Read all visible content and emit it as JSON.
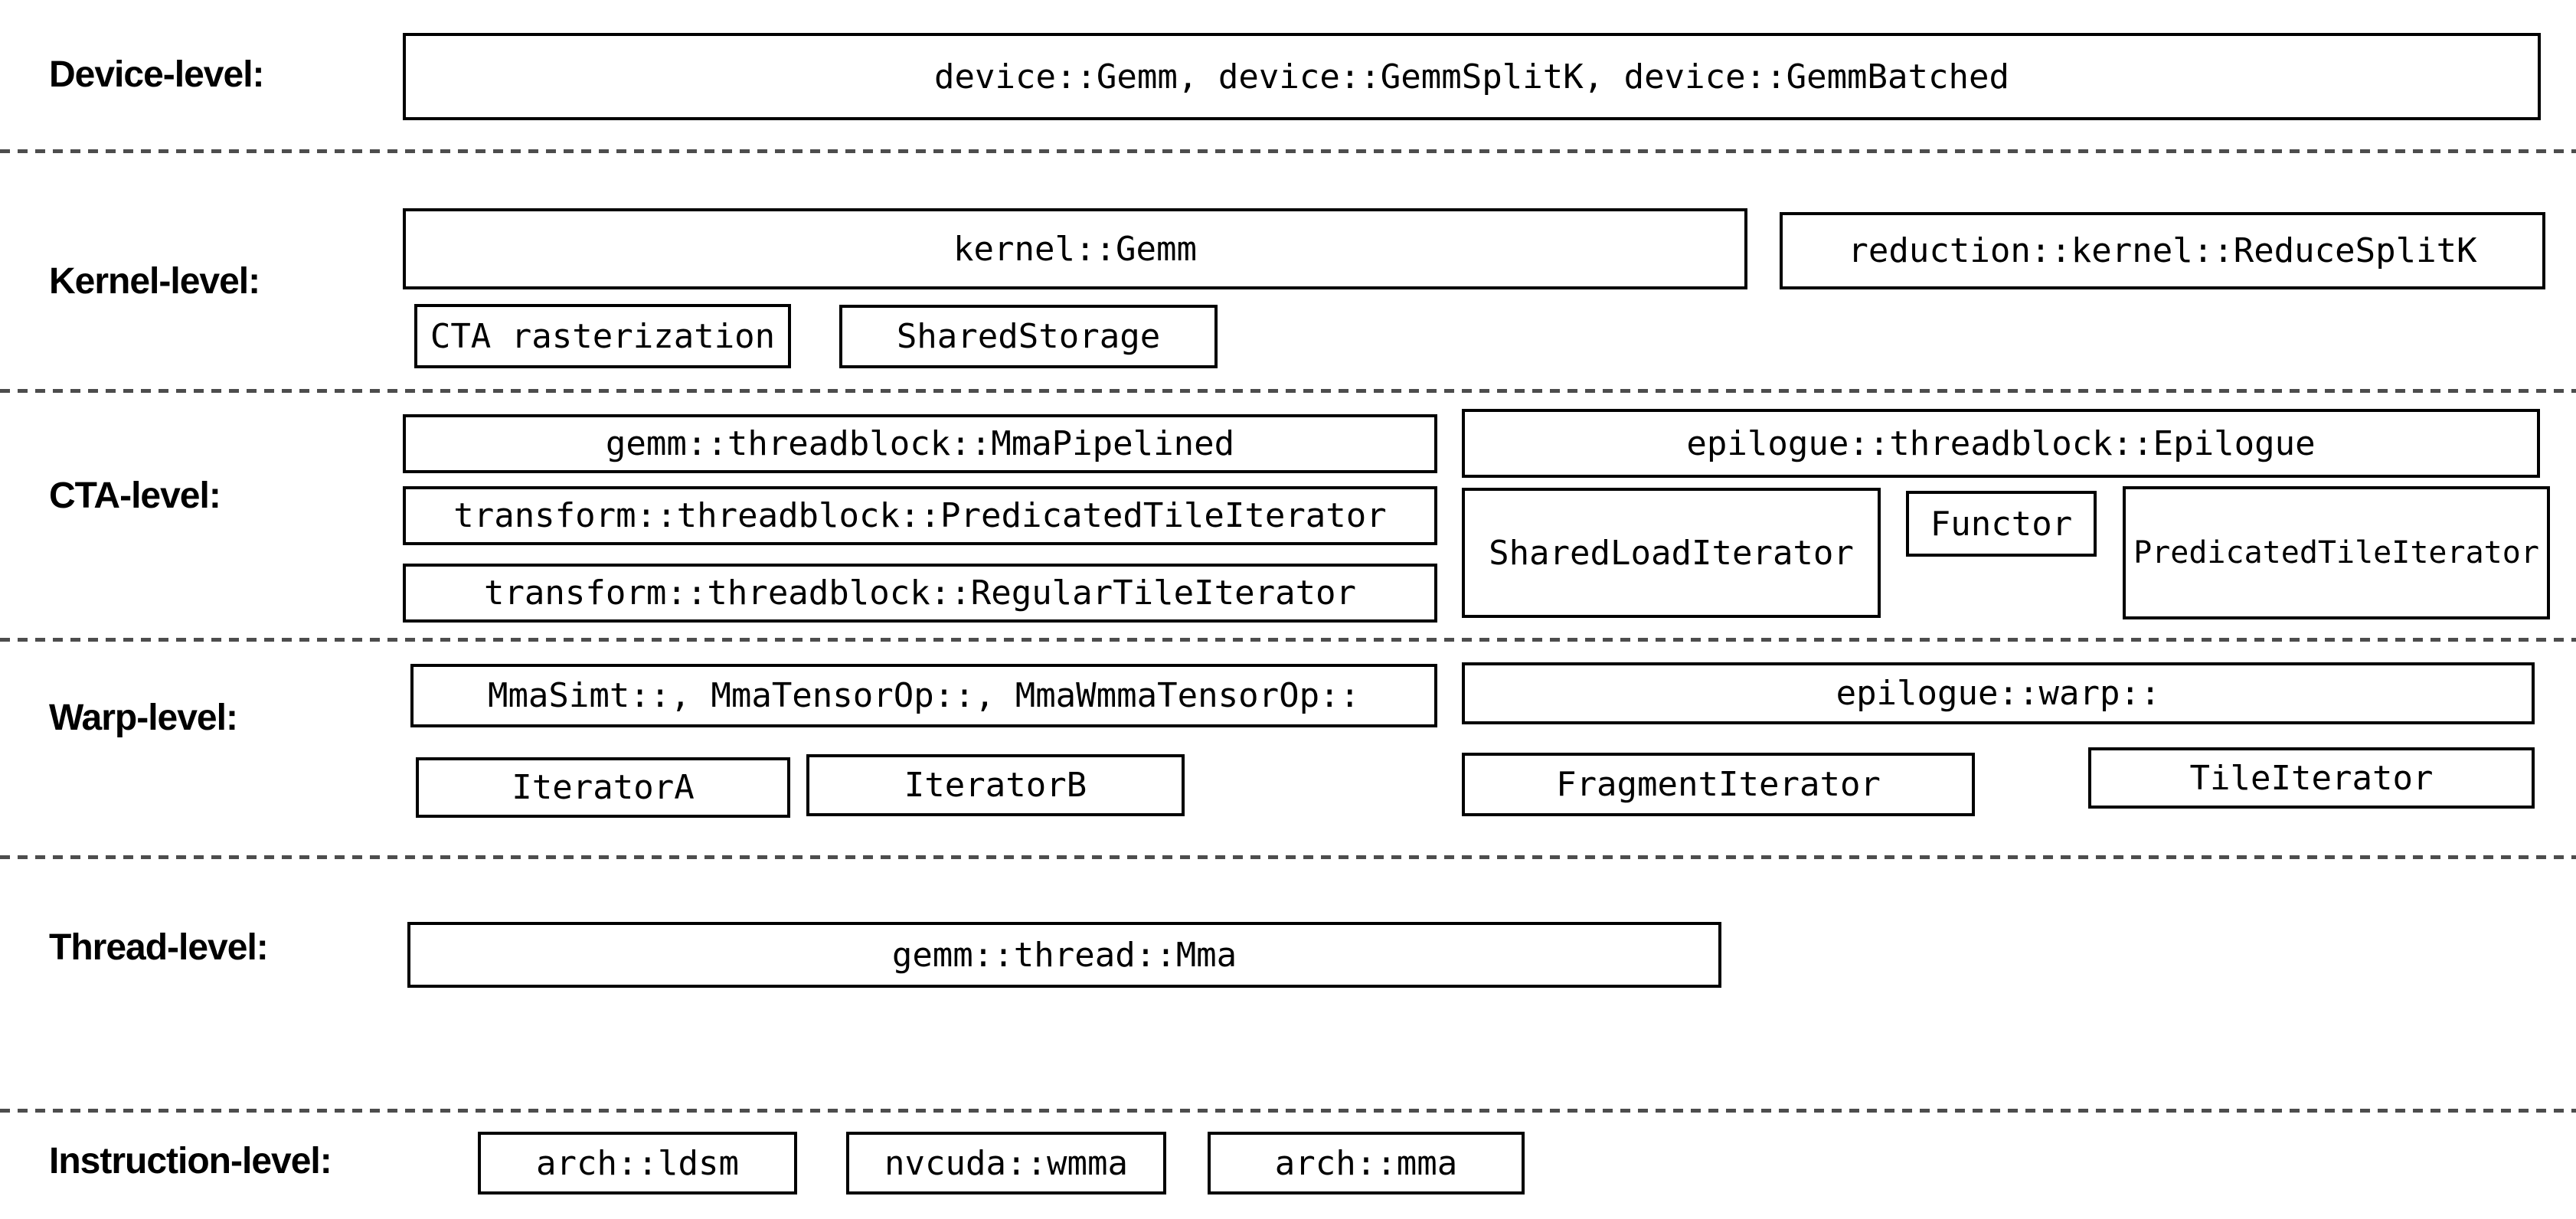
{
  "colors": {
    "background": "#ffffff",
    "box_border": "#000000",
    "text": "#000000",
    "divider": "#4d4d4d"
  },
  "levels": {
    "device": {
      "label": "Device-level:",
      "main_box": "device::Gemm, device::GemmSplitK, device::GemmBatched"
    },
    "kernel": {
      "label": "Kernel-level:",
      "gemm_box": "kernel::Gemm",
      "reduce_split_k_box": "reduction::kernel::ReduceSplitK",
      "cta_rasterization_box": "CTA rasterization",
      "shared_storage_box": "SharedStorage"
    },
    "cta": {
      "label": "CTA-level:",
      "mma_pipelined_box": "gemm::threadblock::MmaPipelined",
      "predicated_tile_iterator_box": "transform::threadblock::PredicatedTileIterator",
      "regular_tile_iterator_box": "transform::threadblock::RegularTileIterator",
      "epilogue_box": "epilogue::threadblock::Epilogue",
      "shared_load_iterator_box": "SharedLoadIterator",
      "functor_box": "Functor",
      "epilogue_predicated_tile_iterator_box": "PredicatedTileIterator"
    },
    "warp": {
      "label": "Warp-level:",
      "mma_box": "MmaSimt::, MmaTensorOp::, MmaWmmaTensorOp::",
      "iterator_a_box": "IteratorA",
      "iterator_b_box": "IteratorB",
      "epilogue_warp_box": "epilogue::warp::",
      "fragment_iterator_box": "FragmentIterator",
      "tile_iterator_box": "TileIterator"
    },
    "thread": {
      "label": "Thread-level:",
      "mma_box": "gemm::thread::Mma"
    },
    "instruction": {
      "label": "Instruction-level:",
      "ldsm_box": "arch::ldsm",
      "wmma_box": "nvcuda::wmma",
      "mma_box": "arch::mma"
    }
  }
}
